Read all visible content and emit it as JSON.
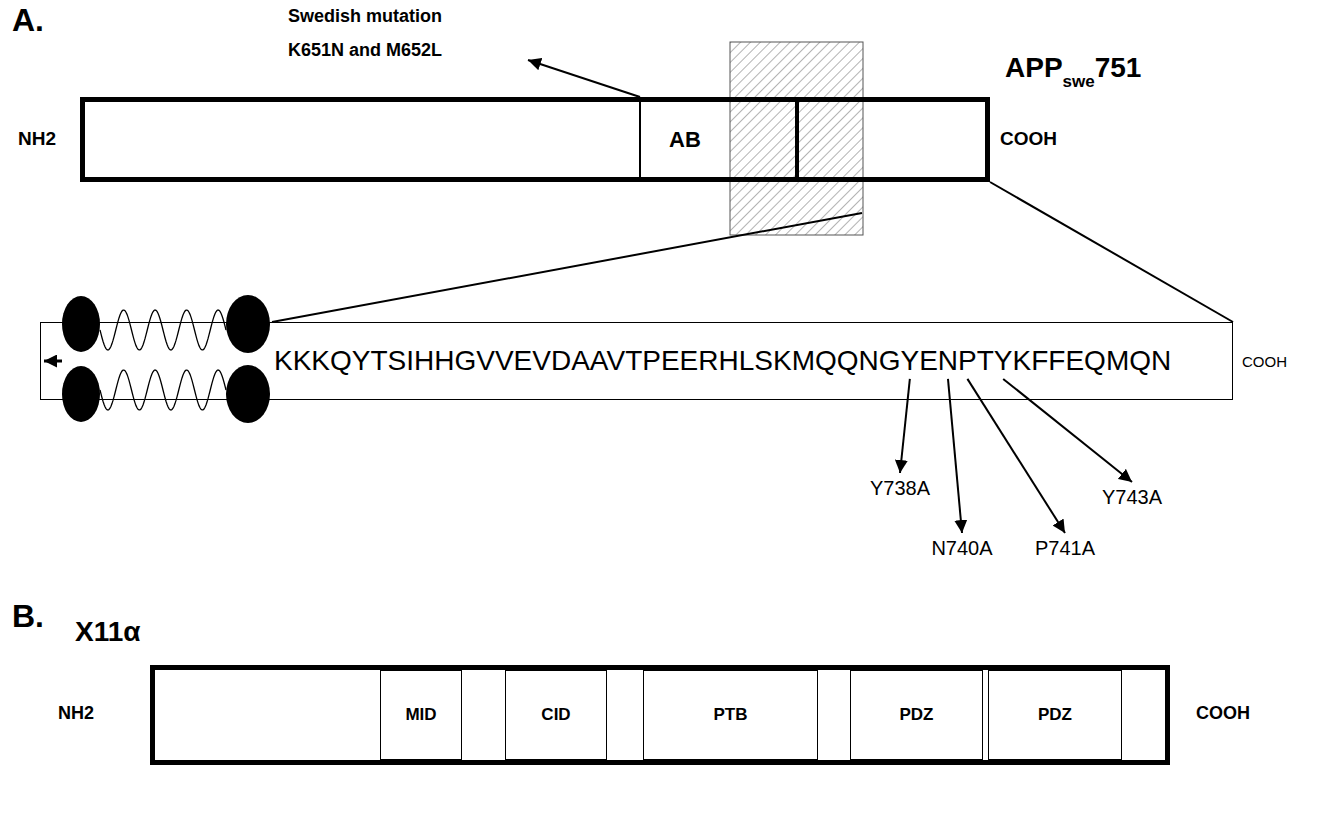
{
  "diagram": {
    "nodes": [
      {
        "text": [
          "AB"
        ]
      },
      {
        "text": [
          "KKKQYTSIHHGVVEVDAAVTPEERHLSKMQQNGYENPTYKFFEQMQN"
        ]
      },
      {
        "text": [
          "X11α"
        ]
      },
      {
        "text": [
          "MID"
        ],
        "in": 2
      },
      {
        "text": [
          "CID"
        ],
        "in": 2
      },
      {
        "text": [
          "PTB"
        ],
        "in": 2
      },
      {
        "text": [
          "PDZ"
        ],
        "in": 2
      },
      {
        "text": [
          "PDZ"
        ],
        "in": 2
      }
    ],
    "labels": [
      "A.",
      "Swedish mutation",
      "K651N and M652L",
      "APP",
      "swe",
      "751",
      "NH2",
      "COOH",
      "COOH",
      "Y738A",
      "N740A",
      "P741A",
      "Y743A",
      "B.",
      "NH2",
      "COOH"
    ]
  }
}
